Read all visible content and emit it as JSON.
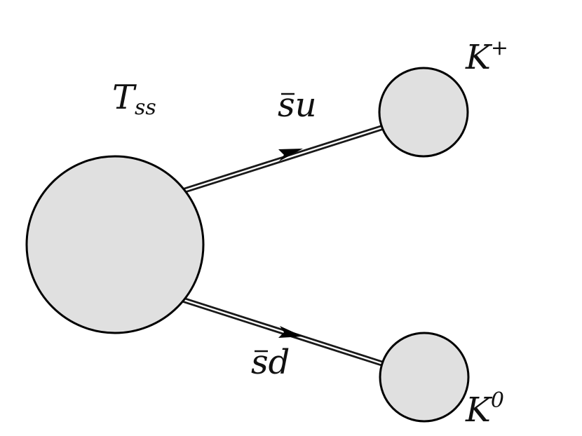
{
  "diagram": {
    "nodes": {
      "tetraquark": {
        "base": "T",
        "sub": "ss"
      },
      "kaon_plus": {
        "base": "K",
        "sup": "+"
      },
      "kaon_zero": {
        "base": "K",
        "sup": "0"
      }
    },
    "edges": {
      "upper": {
        "bar": "s",
        "rest": "u"
      },
      "lower": {
        "bar": "s",
        "rest": "d"
      }
    },
    "colors": {
      "blob_fill": "#e0e0e0",
      "outline": "#000000"
    }
  }
}
